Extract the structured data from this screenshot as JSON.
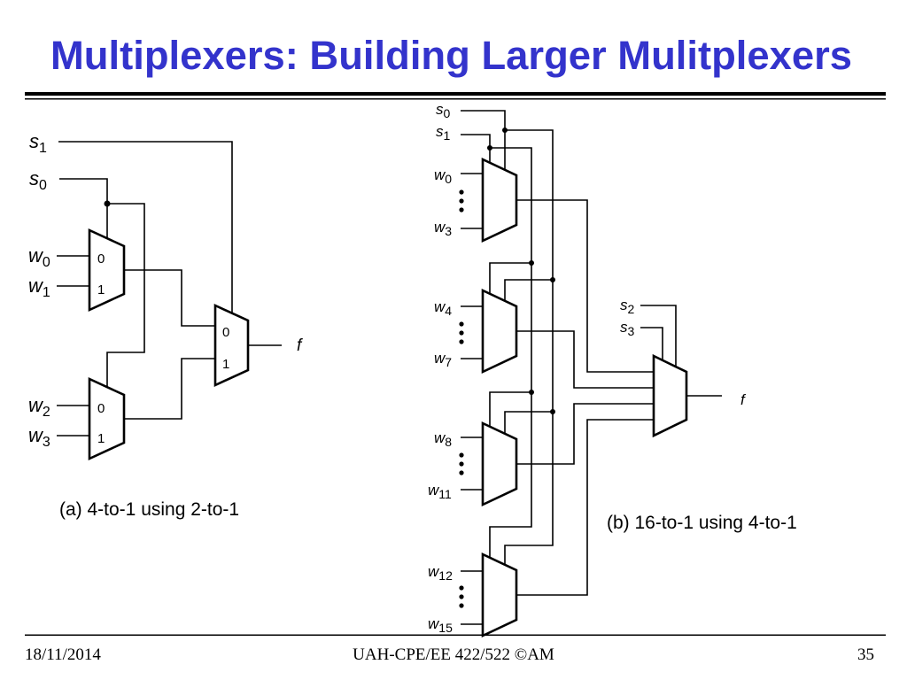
{
  "slide": {
    "title": "Multiplexers: Building Larger Mulitplexers"
  },
  "theme": {
    "title_color": "#3333CC"
  },
  "diagram_a": {
    "caption": "(a) 4-to-1 using 2-to-1",
    "selects": [
      {
        "var": "s",
        "sub": "1"
      },
      {
        "var": "s",
        "sub": "0"
      }
    ],
    "inputs": [
      {
        "var": "w",
        "sub": "0"
      },
      {
        "var": "w",
        "sub": "1"
      },
      {
        "var": "w",
        "sub": "2"
      },
      {
        "var": "w",
        "sub": "3"
      }
    ],
    "muxes": [
      {
        "port_0": "0",
        "port_1": "1"
      },
      {
        "port_0": "0",
        "port_1": "1"
      },
      {
        "port_0": "0",
        "port_1": "1"
      }
    ],
    "output": "f"
  },
  "diagram_b": {
    "caption": "(b) 16-to-1 using 4-to-1",
    "selects_first_stage": [
      {
        "var": "s",
        "sub": "0"
      },
      {
        "var": "s",
        "sub": "1"
      }
    ],
    "selects_second_stage": [
      {
        "var": "s",
        "sub": "2"
      },
      {
        "var": "s",
        "sub": "3"
      }
    ],
    "mux_inputs": [
      {
        "first": {
          "var": "w",
          "sub": "0"
        },
        "last": {
          "var": "w",
          "sub": "3"
        }
      },
      {
        "first": {
          "var": "w",
          "sub": "4"
        },
        "last": {
          "var": "w",
          "sub": "7"
        }
      },
      {
        "first": {
          "var": "w",
          "sub": "8"
        },
        "last": {
          "var": "w",
          "sub": "11"
        }
      },
      {
        "first": {
          "var": "w",
          "sub": "12"
        },
        "last": {
          "var": "w",
          "sub": "15"
        }
      }
    ],
    "output": "f"
  },
  "footer": {
    "date": "18/11/2014",
    "course": "UAH-CPE/EE 422/522 ©AM",
    "page_number": "35"
  }
}
